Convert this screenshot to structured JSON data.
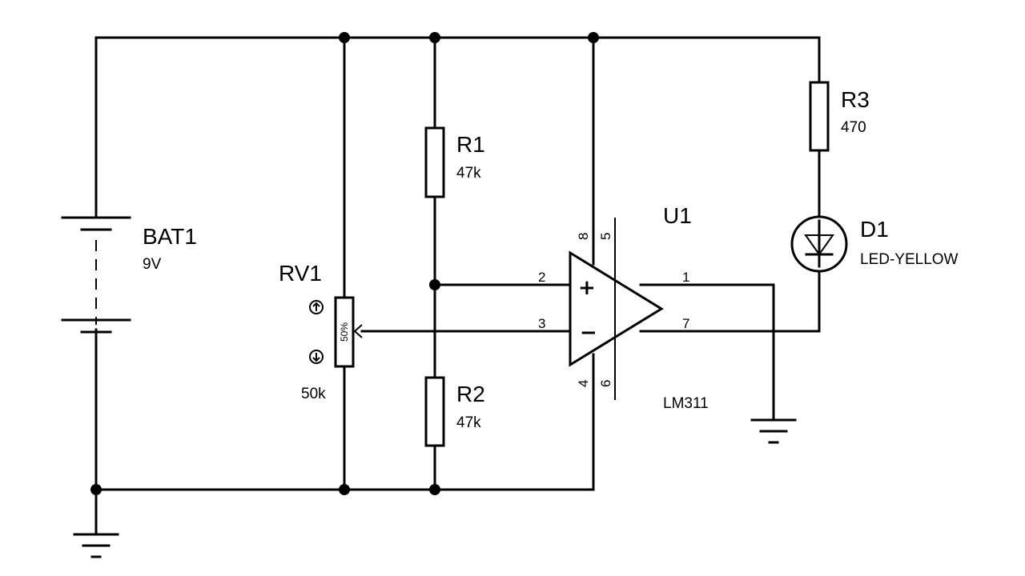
{
  "components": {
    "bat1": {
      "ref": "BAT1",
      "value": "9V"
    },
    "rv1": {
      "ref": "RV1",
      "value": "50k",
      "wiper": "50%"
    },
    "r1": {
      "ref": "R1",
      "value": "47k"
    },
    "r2": {
      "ref": "R2",
      "value": "47k"
    },
    "r3": {
      "ref": "R3",
      "value": "470"
    },
    "u1": {
      "ref": "U1",
      "value": "LM311",
      "pins": {
        "p1": "1",
        "p2": "2",
        "p3": "3",
        "p4": "4",
        "p5": "5",
        "p6": "6",
        "p7": "7",
        "p8": "8"
      },
      "plus": "+",
      "minus": "−"
    },
    "d1": {
      "ref": "D1",
      "value": "LED-YELLOW"
    }
  },
  "icons": {
    "rv1_up": "arrow-up-circle-icon",
    "rv1_down": "arrow-down-circle-icon"
  }
}
